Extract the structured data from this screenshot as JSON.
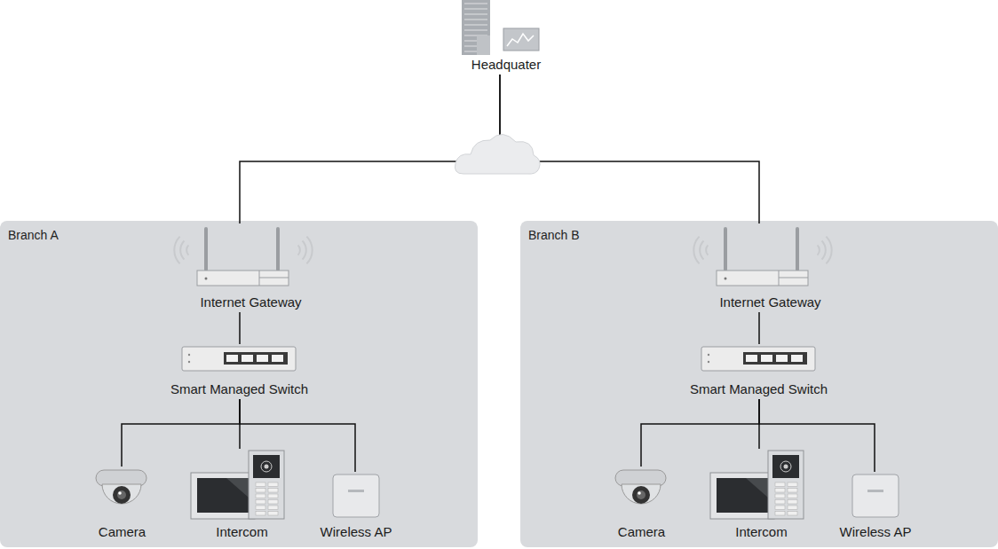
{
  "diagram": {
    "nodes": [
      {
        "text": [
          "Headquater"
        ]
      },
      {
        "text": [
          "Branch A"
        ]
      },
      {
        "text": [
          "Internet Gateway"
        ],
        "in": 1
      },
      {
        "text": [
          "Smart Managed Switch"
        ],
        "in": 1
      },
      {
        "text": [
          "Camera"
        ],
        "in": 1
      },
      {
        "text": [
          "Intercom"
        ],
        "in": 1
      },
      {
        "text": [
          "Wireless AP"
        ],
        "in": 1
      },
      {
        "text": [
          "Branch B"
        ]
      },
      {
        "text": [
          "Internet Gateway"
        ],
        "in": 7
      },
      {
        "text": [
          "Smart Managed Switch"
        ],
        "in": 7
      },
      {
        "text": [
          "Camera"
        ],
        "in": 7
      },
      {
        "text": [
          "Intercom"
        ],
        "in": 7
      },
      {
        "text": [
          "Wireless AP"
        ],
        "in": 7
      }
    ],
    "edges": [
      {
        "from": 0,
        "to": 2,
        "arrow": "none"
      },
      {
        "from": 0,
        "to": 8,
        "arrow": "none"
      },
      {
        "from": 2,
        "to": 3,
        "arrow": "none"
      },
      {
        "from": 3,
        "to": 4,
        "arrow": "none"
      },
      {
        "from": 3,
        "to": 5,
        "arrow": "none"
      },
      {
        "from": 3,
        "to": 6,
        "arrow": "none"
      },
      {
        "from": 8,
        "to": 9,
        "arrow": "none"
      },
      {
        "from": 9,
        "to": 10,
        "arrow": "none"
      },
      {
        "from": 9,
        "to": 11,
        "arrow": "none"
      },
      {
        "from": 9,
        "to": 12,
        "arrow": "none"
      }
    ]
  }
}
